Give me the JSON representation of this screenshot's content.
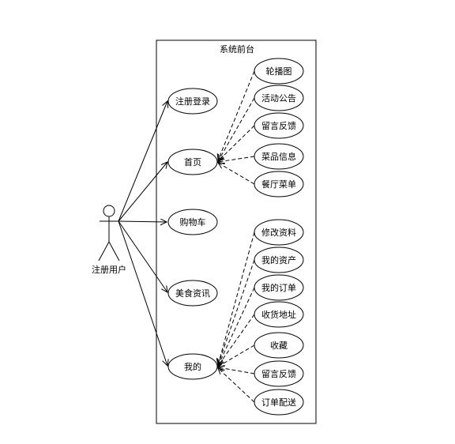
{
  "system": {
    "title": "系统前台"
  },
  "actor": {
    "label": "注册用户"
  },
  "primary_use_cases": [
    {
      "id": "login",
      "label": "注册登录"
    },
    {
      "id": "home",
      "label": "首页"
    },
    {
      "id": "cart",
      "label": "购物车"
    },
    {
      "id": "food",
      "label": "美食资讯"
    },
    {
      "id": "mine",
      "label": "我的"
    }
  ],
  "home_extensions": [
    {
      "id": "carousel",
      "label": "轮播图"
    },
    {
      "id": "notice",
      "label": "活动公告"
    },
    {
      "id": "feedback1",
      "label": "留言反馈"
    },
    {
      "id": "dishinfo",
      "label": "菜品信息"
    },
    {
      "id": "menu",
      "label": "餐厅菜单"
    }
  ],
  "mine_extensions": [
    {
      "id": "profile",
      "label": "修改资料"
    },
    {
      "id": "assets",
      "label": "我的资产"
    },
    {
      "id": "orders",
      "label": "我的订单"
    },
    {
      "id": "address",
      "label": "收货地址"
    },
    {
      "id": "favorites",
      "label": "收藏"
    },
    {
      "id": "feedback2",
      "label": "留言反馈"
    },
    {
      "id": "delivery",
      "label": "订单配送"
    }
  ]
}
